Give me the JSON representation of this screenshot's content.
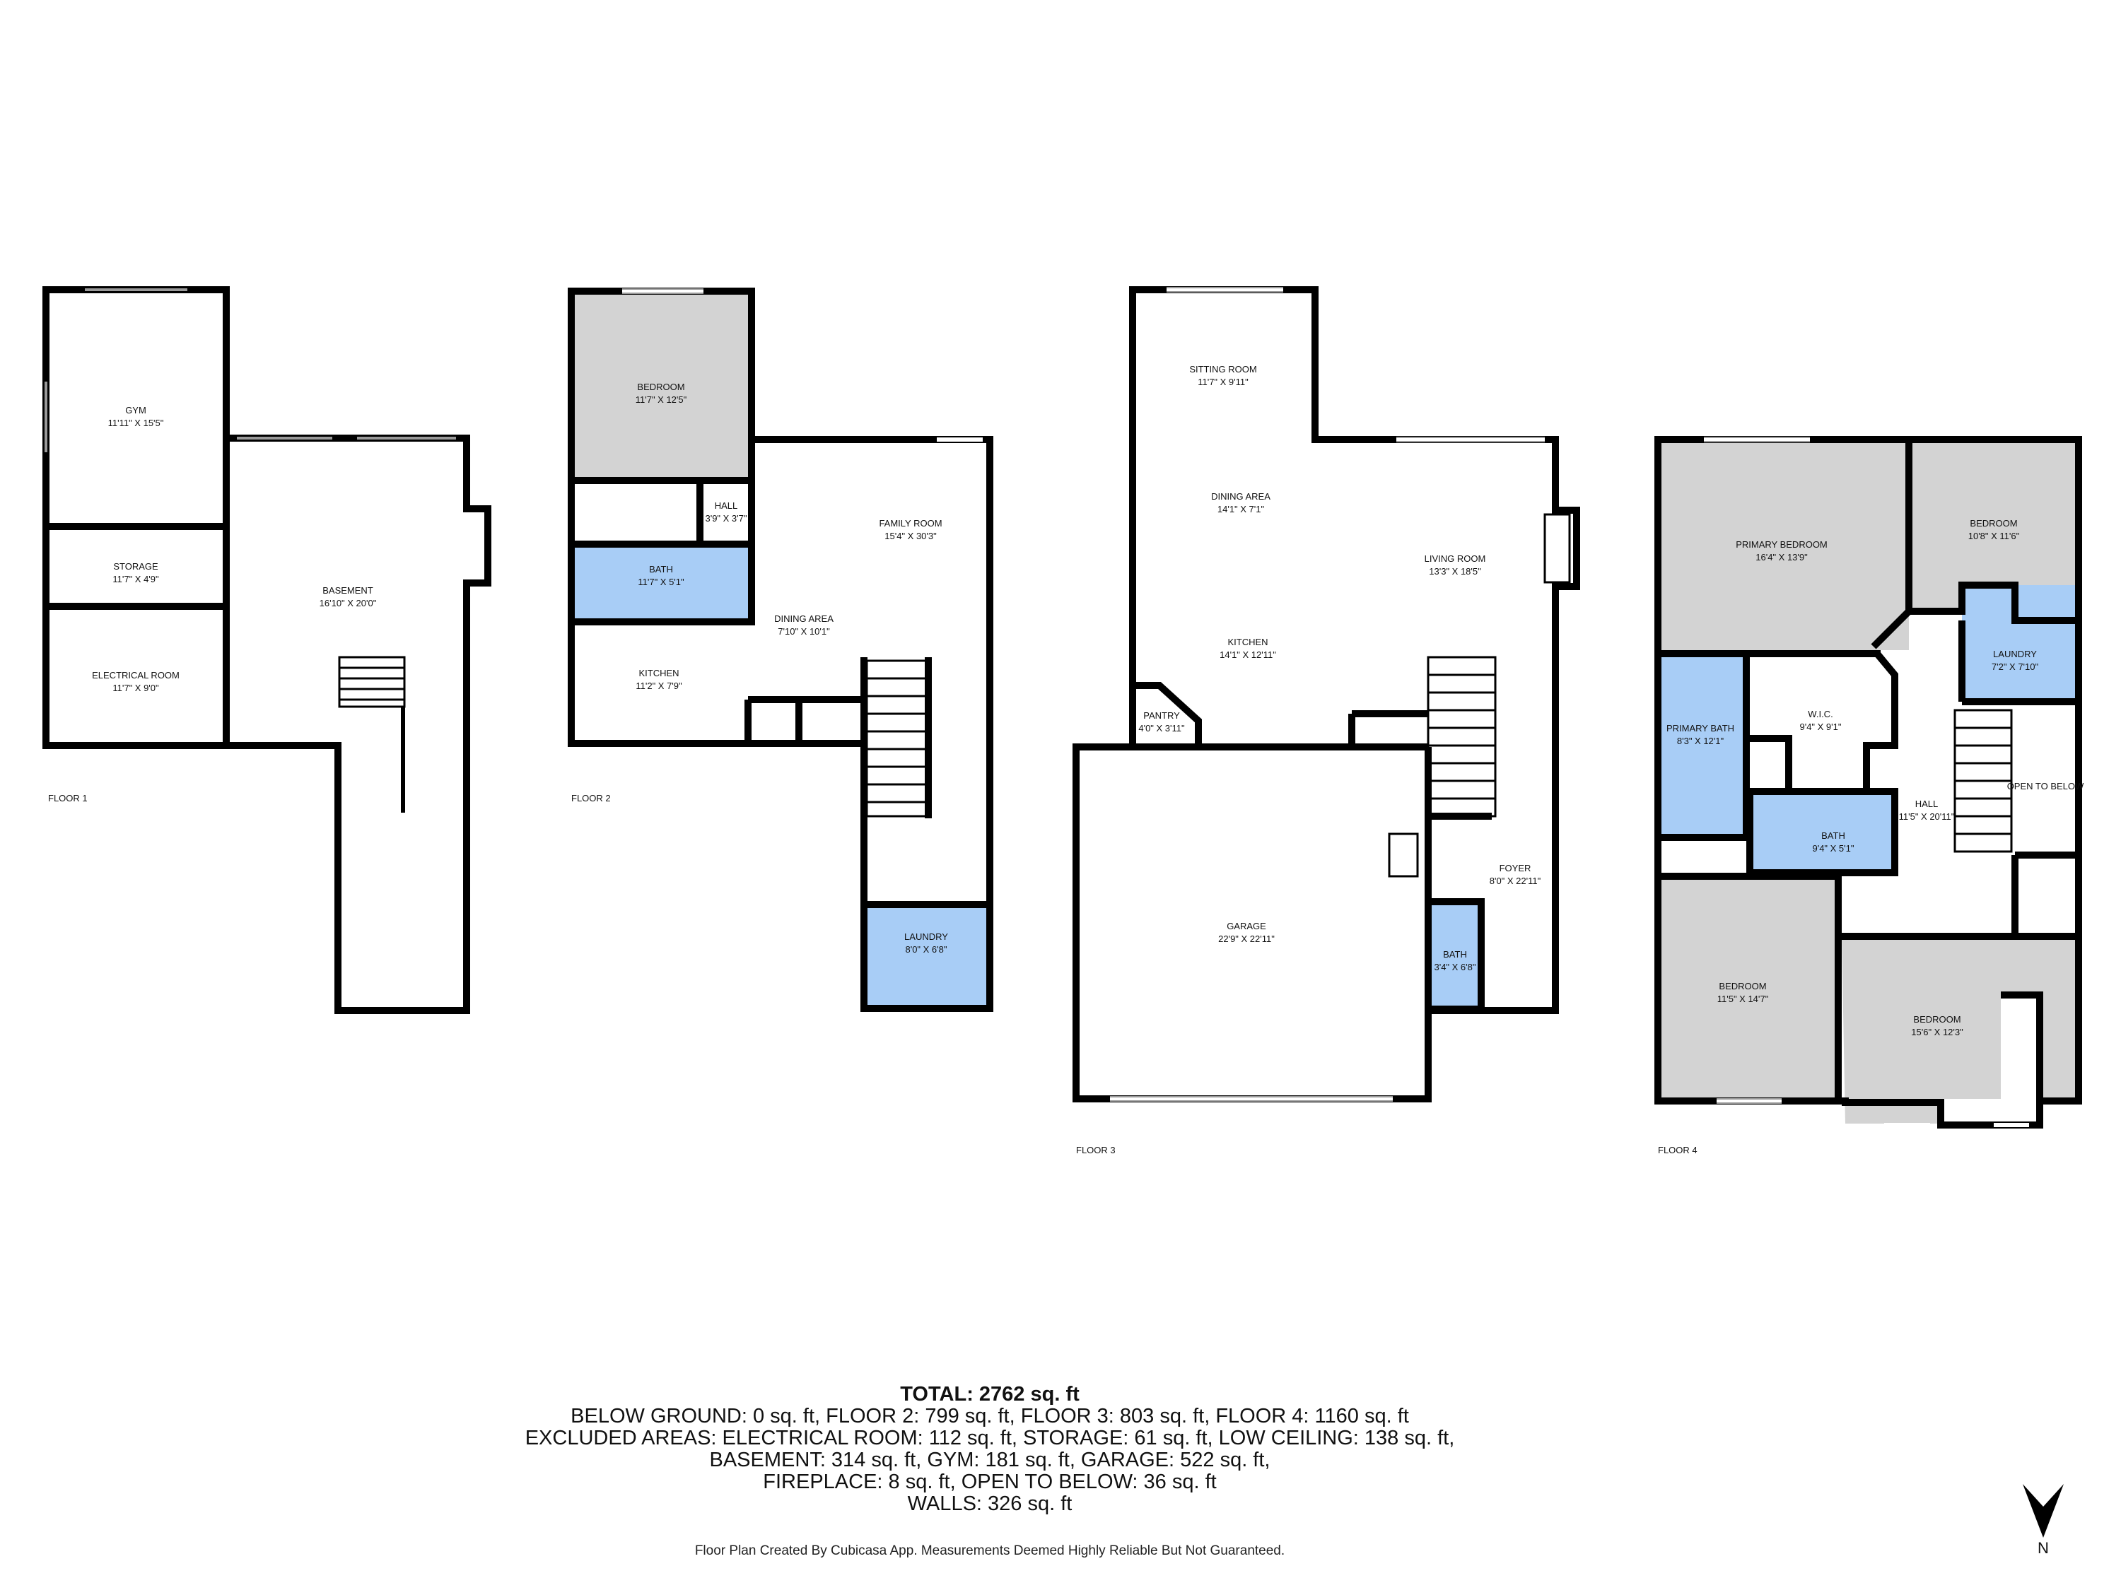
{
  "colors": {
    "wall": "#000000",
    "gray_room": "#d3d3d3",
    "wet_room": "#a8cdf6",
    "wet_room_border": "#000000"
  },
  "floors": [
    {
      "label": "FLOOR 1",
      "rooms": [
        {
          "name": "GYM",
          "dims": "11'11\" X 15'5\""
        },
        {
          "name": "STORAGE",
          "dims": "11'7\" X 4'9\""
        },
        {
          "name": "ELECTRICAL ROOM",
          "dims": "11'7\" X 9'0\""
        },
        {
          "name": "BASEMENT",
          "dims": "16'10\" X 20'0\""
        }
      ]
    },
    {
      "label": "FLOOR 2",
      "rooms": [
        {
          "name": "BEDROOM",
          "dims": "11'7\" X 12'5\""
        },
        {
          "name": "HALL",
          "dims": "3'9\" X 3'7\""
        },
        {
          "name": "BATH",
          "dims": "11'7\" X 5'1\""
        },
        {
          "name": "FAMILY ROOM",
          "dims": "15'4\" X 30'3\""
        },
        {
          "name": "DINING AREA",
          "dims": "7'10\" X 10'1\""
        },
        {
          "name": "KITCHEN",
          "dims": "11'2\" X 7'9\""
        },
        {
          "name": "LAUNDRY",
          "dims": "8'0\" X 6'8\""
        }
      ]
    },
    {
      "label": "FLOOR 3",
      "rooms": [
        {
          "name": "SITTING ROOM",
          "dims": "11'7\" X 9'11\""
        },
        {
          "name": "DINING AREA",
          "dims": "14'1\" X 7'1\""
        },
        {
          "name": "LIVING ROOM",
          "dims": "13'3\" X 18'5\""
        },
        {
          "name": "KITCHEN",
          "dims": "14'1\" X 12'11\""
        },
        {
          "name": "PANTRY",
          "dims": "4'0\" X 3'11\""
        },
        {
          "name": "GARAGE",
          "dims": "22'9\" X 22'11\""
        },
        {
          "name": "FOYER",
          "dims": "8'0\" X 22'11\""
        },
        {
          "name": "BATH",
          "dims": "3'4\" X 6'8\""
        }
      ]
    },
    {
      "label": "FLOOR 4",
      "rooms": [
        {
          "name": "PRIMARY BEDROOM",
          "dims": "16'4\" X 13'9\""
        },
        {
          "name": "BEDROOM",
          "dims": "10'8\" X 11'6\""
        },
        {
          "name": "LAUNDRY",
          "dims": "7'2\" X 7'10\""
        },
        {
          "name": "PRIMARY BATH",
          "dims": "8'3\" X 12'1\""
        },
        {
          "name": "W.I.C.",
          "dims": "9'4\" X 9'1\""
        },
        {
          "name": "HALL",
          "dims": "11'5\" X 20'11\""
        },
        {
          "name": "OPEN TO BELOW",
          "dims": ""
        },
        {
          "name": "BATH",
          "dims": "9'4\" X 5'1\""
        },
        {
          "name": "BEDROOM",
          "dims": "11'5\" X 14'7\""
        },
        {
          "name": "BEDROOM",
          "dims": "15'6\" X 12'3\""
        }
      ]
    }
  ],
  "summary": {
    "total": "TOTAL: 2762 sq. ft",
    "line1": "BELOW GROUND: 0 sq. ft, FLOOR 2: 799 sq. ft, FLOOR 3: 803 sq. ft, FLOOR 4: 1160 sq. ft",
    "line2": "EXCLUDED AREAS: ELECTRICAL ROOM: 112 sq. ft, STORAGE: 61 sq. ft, LOW CEILING: 138 sq. ft,",
    "line3": "BASEMENT: 314 sq. ft, GYM: 181 sq. ft, GARAGE: 522 sq. ft,",
    "line4": "FIREPLACE: 8 sq. ft, OPEN TO BELOW: 36 sq. ft",
    "line5": "WALLS: 326 sq. ft"
  },
  "credit": "Floor Plan Created By Cubicasa App. Measurements Deemed Highly Reliable But Not Guaranteed.",
  "compass": {
    "icon": "north-arrow-icon",
    "label": "N"
  }
}
